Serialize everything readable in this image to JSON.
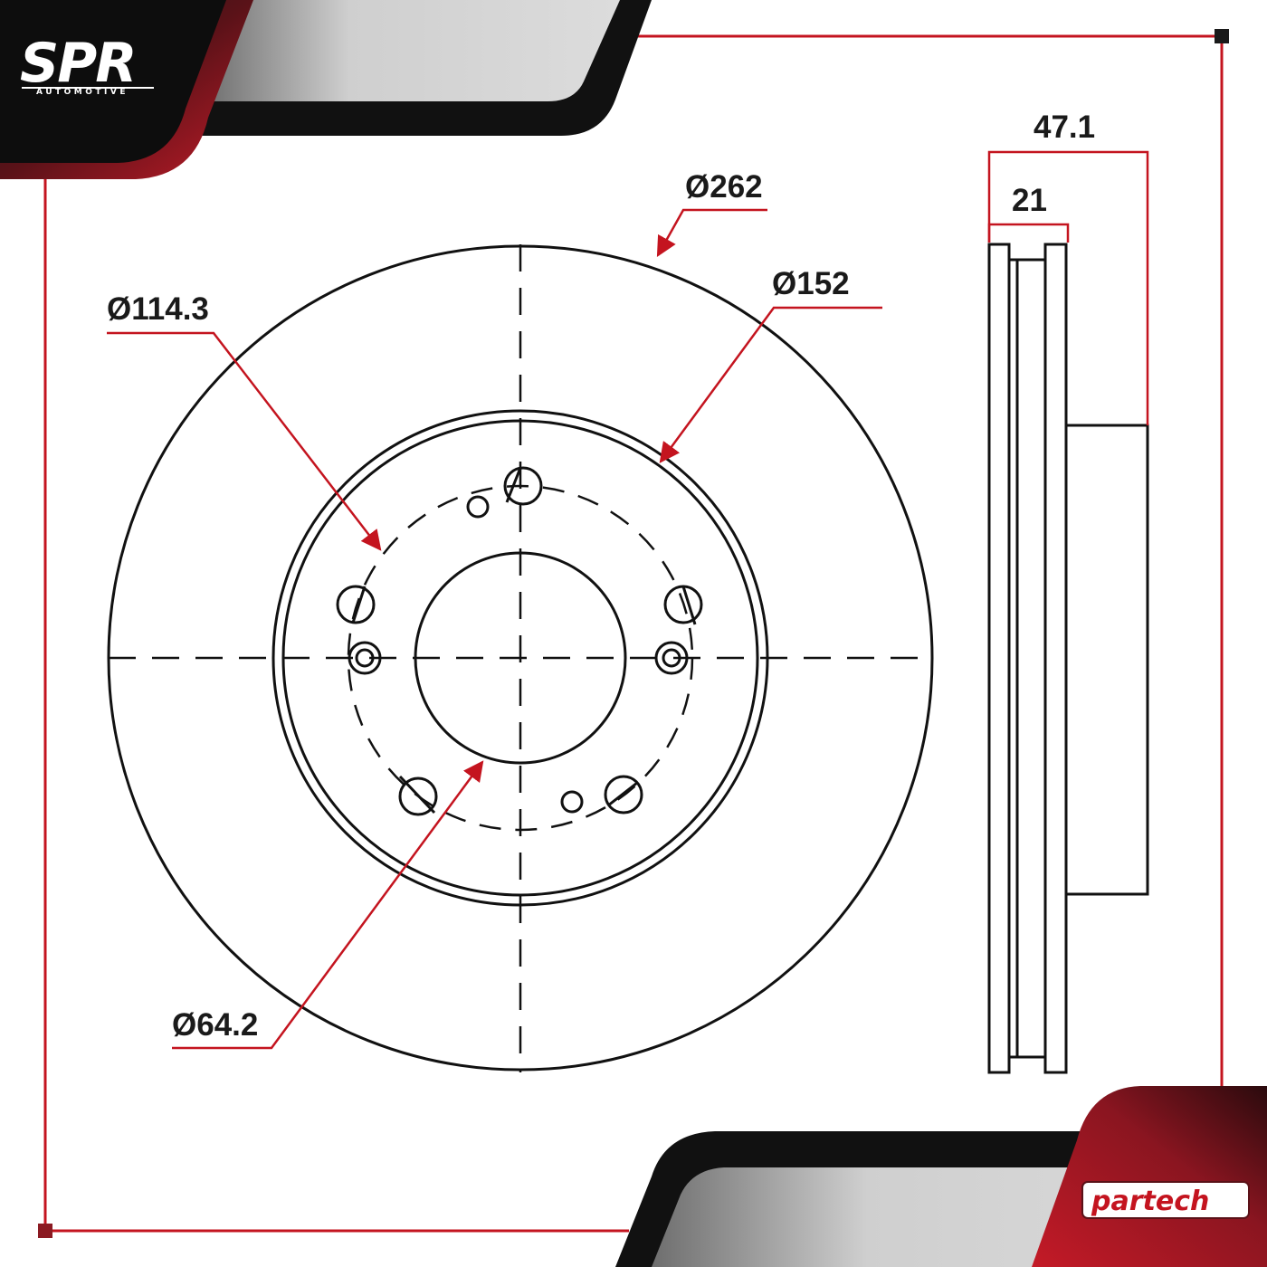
{
  "brand": {
    "logo_main": "SPR",
    "logo_sub": "AUTOMOTIVE",
    "partner": "partech"
  },
  "colors": {
    "accent_red": "#c4141f",
    "dark_red": "#8b1a22",
    "line_black": "#111111",
    "panel_gray": "#d0d0d0"
  },
  "dimensions": {
    "outer_diameter": "Ø262",
    "hat_diameter": "Ø152",
    "bolt_circle": "Ø114.3",
    "center_bore": "Ø64.2",
    "total_height": "47.1",
    "thickness": "21"
  },
  "icons": {
    "front_view": "brake-disc-front-view",
    "side_view": "brake-disc-side-profile"
  }
}
